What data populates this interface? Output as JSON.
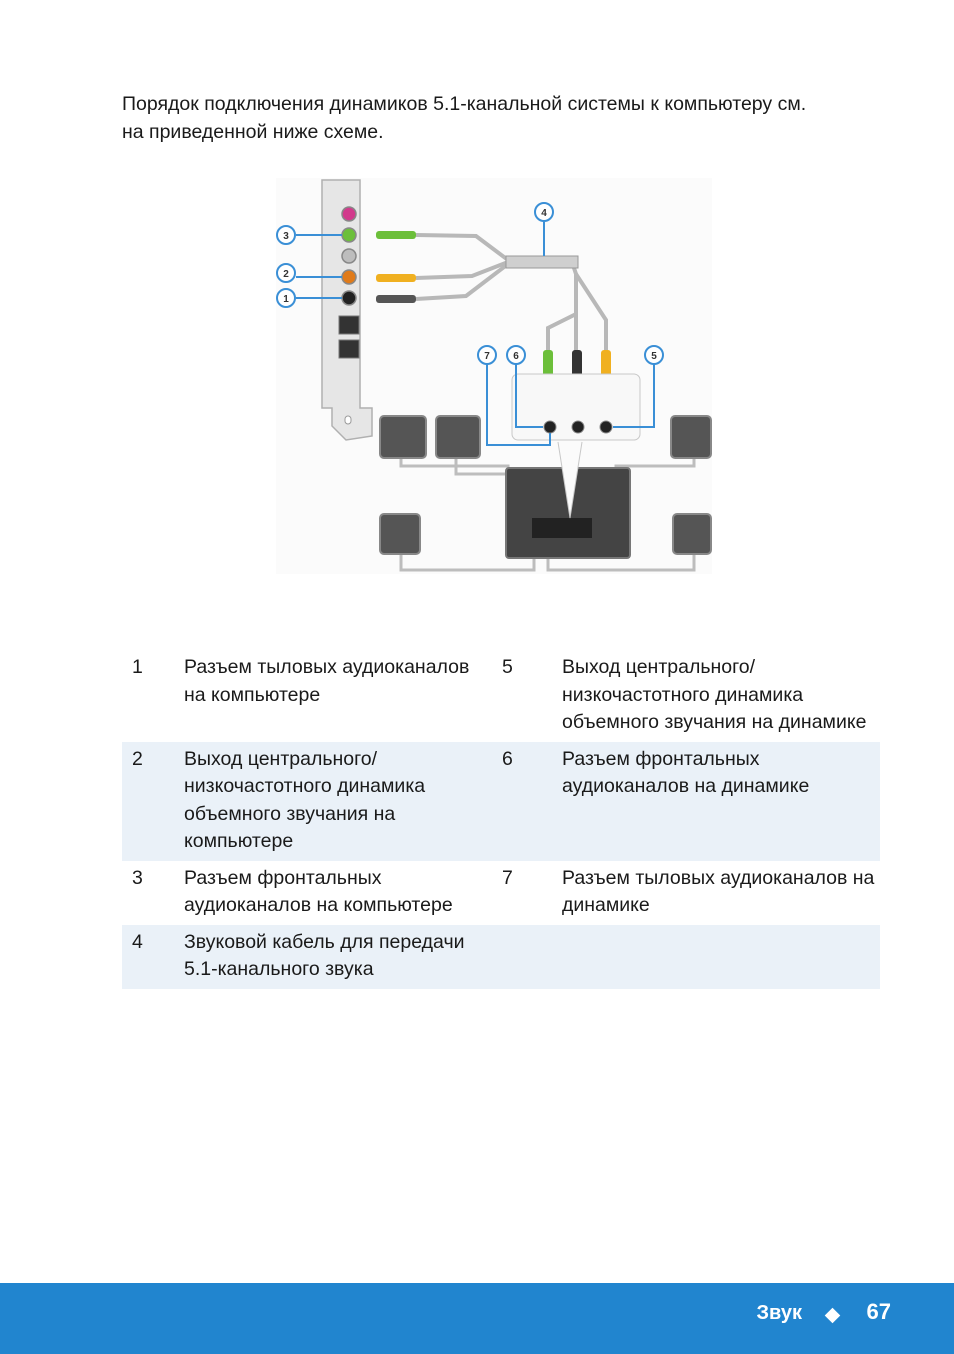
{
  "intro": {
    "line1": "Порядок подключения динамиков 5.1-канальной системы к компьютеру см.",
    "line2": "на приведенной ниже схеме."
  },
  "figure": {
    "callouts": [
      "1",
      "2",
      "3",
      "4",
      "5",
      "6",
      "7"
    ],
    "colors": {
      "callout_stroke": "#3a8fd6",
      "jack_pink": "#d23a8c",
      "jack_green": "#6cbf3a",
      "jack_orange": "#e07b1a",
      "jack_black": "#222222",
      "plug_yellow": "#f0b020",
      "cable": "#b8b8b8",
      "device": "#555555"
    }
  },
  "legend": [
    {
      "n1": "1",
      "d1": "Разъем тыловых аудиоканалов на компьютере",
      "n2": "5",
      "d2": "Выход центрального/ низкочастотного динамика объемного звучания на динамике"
    },
    {
      "n1": "2",
      "d1": "Выход центрального/ низкочастотного динамика объемного звучания на компьютере",
      "n2": "6",
      "d2": "Разъем фронтальных аудиоканалов на динамике"
    },
    {
      "n1": "3",
      "d1": "Разъем фронтальных аудиоканалов на компьютере",
      "n2": "7",
      "d2": "Разъем тыловых аудиоканалов на динамике"
    },
    {
      "n1": "4",
      "d1": "Звуковой кабель для передачи 5.1-канального звука",
      "n2": "",
      "d2": ""
    }
  ],
  "footer": {
    "section": "Звук",
    "page": "67",
    "bg_color": "#2185cf"
  }
}
